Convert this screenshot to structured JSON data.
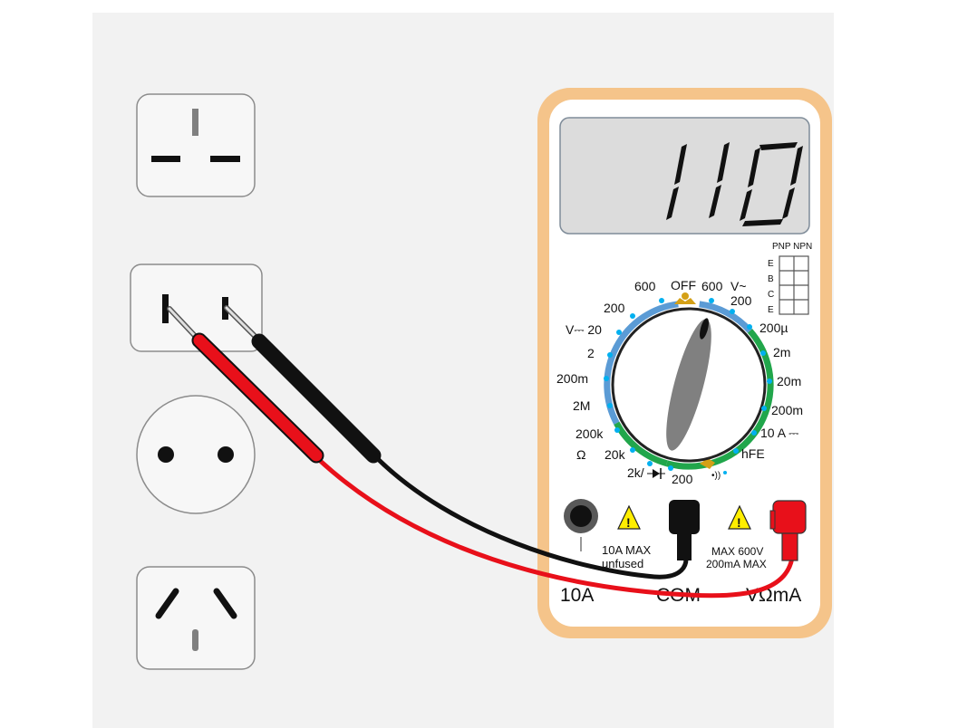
{
  "display": {
    "reading": "110"
  },
  "transistor_socket": {
    "header": "PNP NPN",
    "pins": [
      "E",
      "B",
      "C",
      "E"
    ]
  },
  "dial": {
    "top_left": [
      "600",
      "OFF",
      "600",
      "V~"
    ],
    "dc_volts": [
      "200",
      "V⎓ 20",
      "2",
      "200m"
    ],
    "ac_volts": [
      "200"
    ],
    "dc_amps": [
      "200µ",
      "2m",
      "20m",
      "200m",
      "10 A ⎓"
    ],
    "ohms": [
      "2M",
      "200k",
      "20k",
      "2k/",
      "200",
      "Ω"
    ],
    "other": [
      "hFE",
      "•))"
    ]
  },
  "ports": {
    "port_10a": "10A",
    "port_10a_note1": "10A MAX",
    "port_10a_note2": "unfused",
    "port_com": "COM",
    "port_vohm": "VΩmA",
    "port_vohm_note1": "MAX 600V",
    "port_vohm_note2": "200mA MAX"
  },
  "colors": {
    "meter_body": "#f5c48a",
    "lcd": "#dcdcdc",
    "dial_blue": "#5b9bd5",
    "dial_green": "#21a64b",
    "dial_gold": "#d4a017",
    "probe_red": "#e8101a",
    "probe_black": "#111111"
  }
}
